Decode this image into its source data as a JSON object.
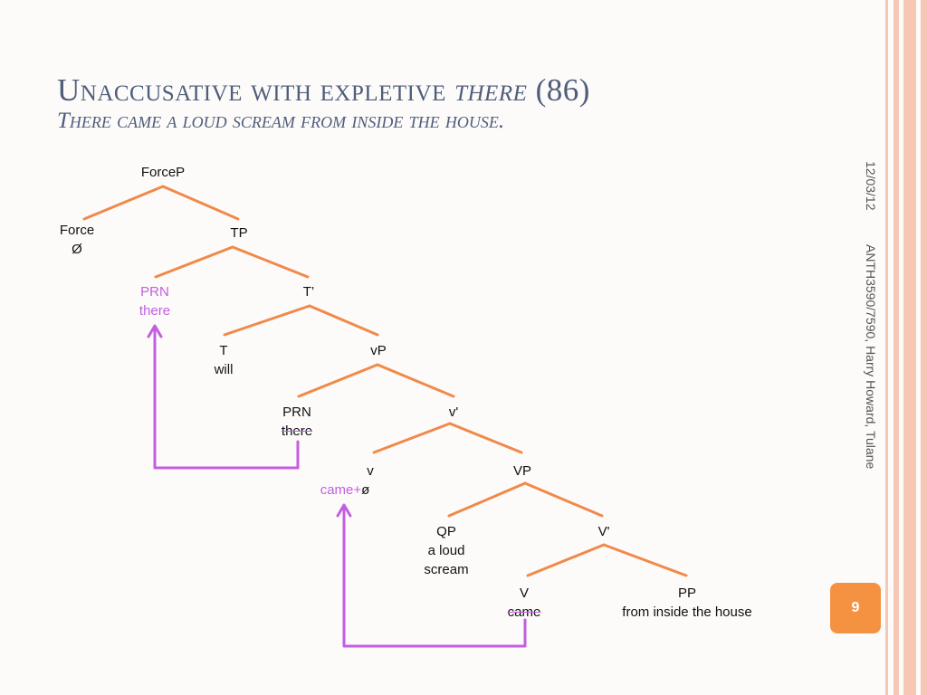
{
  "slide": {
    "title_main": "Unaccusative with expletive ",
    "title_em": "there",
    "title_num": " (86)",
    "subtitle": "There came a loud scream from inside the house.",
    "date": "12/03/12",
    "course": "ANTH3590/7590, Harry Howard, Tulane",
    "page_number": "9"
  },
  "tree": {
    "forcep": "ForceP",
    "force": "Force",
    "force_null": "Ø",
    "tp": "TP",
    "prn_top": "PRN",
    "there_top": "there",
    "t_bar": "T’",
    "t": "T",
    "will": "will",
    "vp_small": "vP",
    "prn_mid": "PRN",
    "there_mid": "there",
    "v_bar_small": "v'",
    "v_small": "v",
    "came_plus": "came+",
    "null_small": "ø",
    "vp": "VP",
    "qp": "QP",
    "a_loud": "a loud",
    "scream": "scream",
    "v_bar": "V'",
    "v": "V",
    "came": "came",
    "pp": "PP",
    "pp_text": "from inside the house"
  },
  "colors": {
    "branch": "#f08a4b",
    "movement": "#c35ee0",
    "title": "#4e5d7a",
    "badge": "#f59242"
  }
}
